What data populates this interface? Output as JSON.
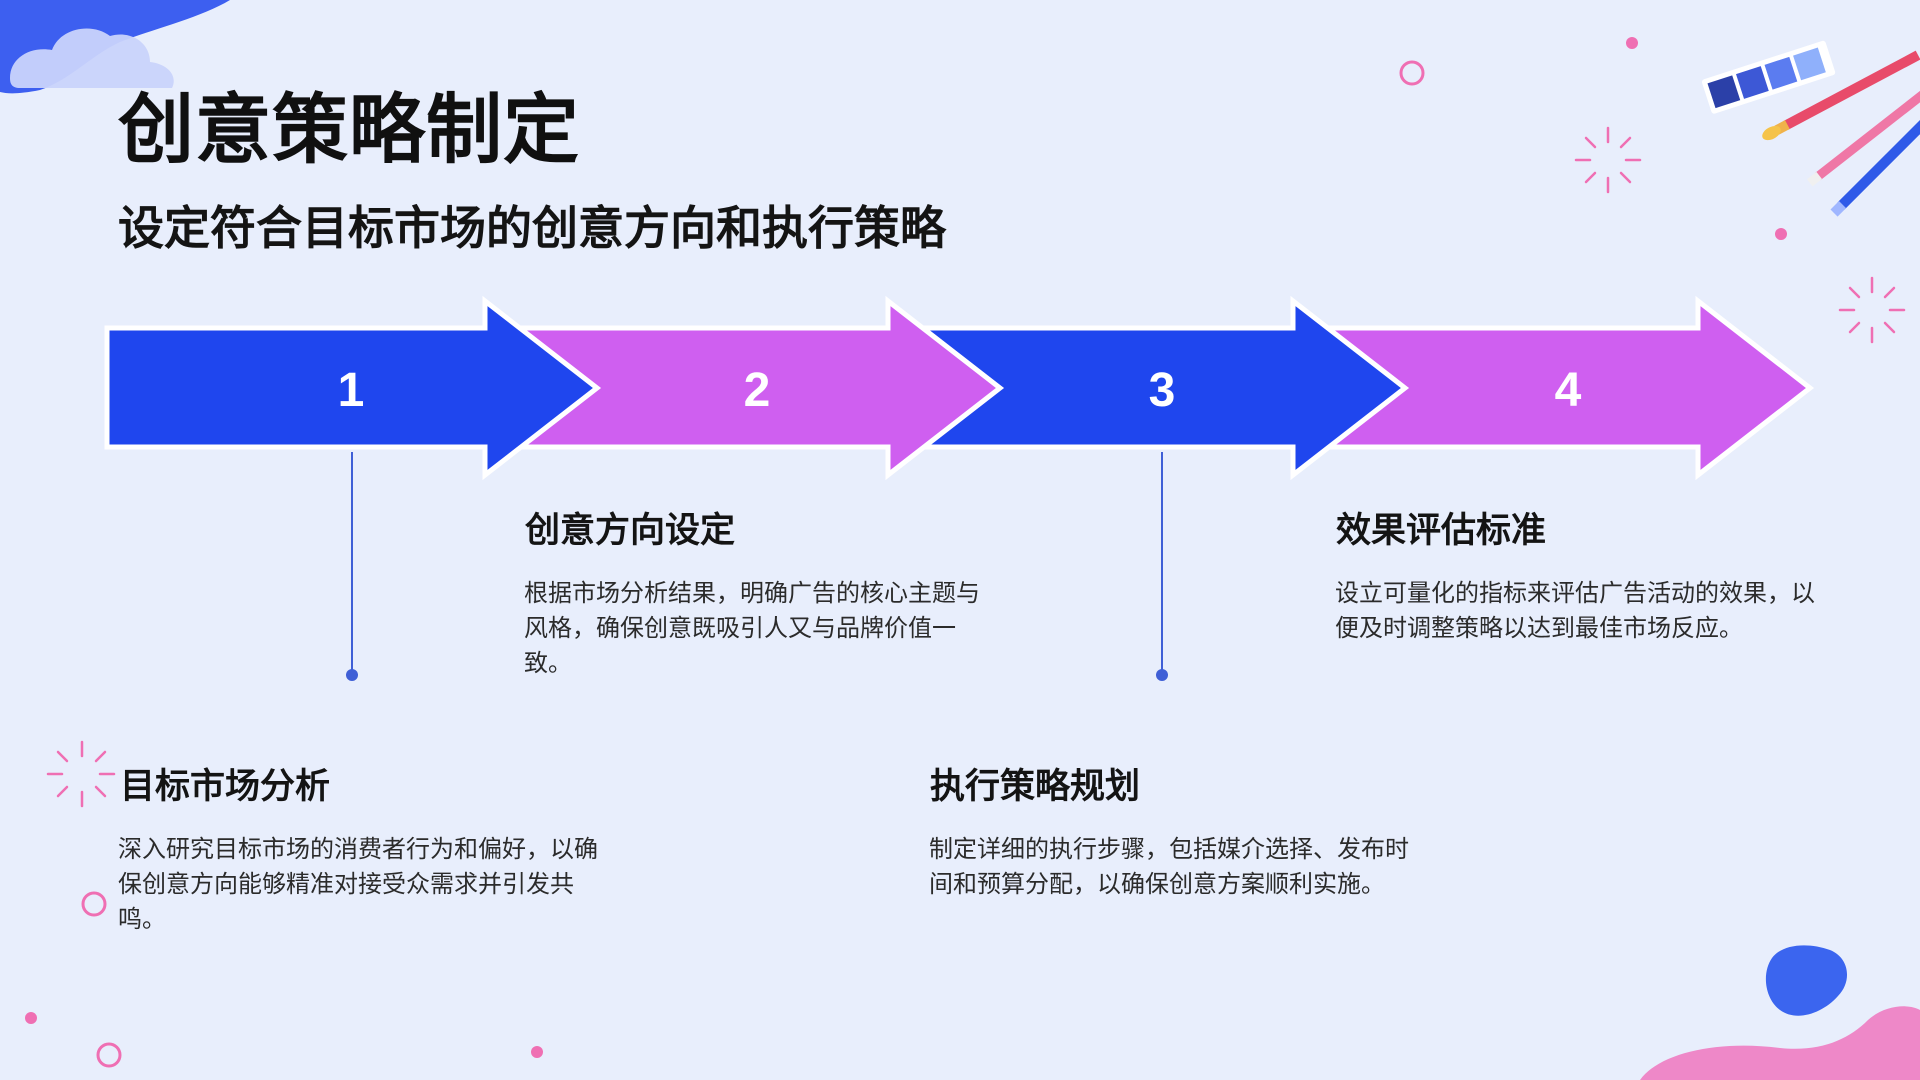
{
  "page": {
    "title": "创意策略制定",
    "subtitle": "设定符合目标市场的创意方向和执行策略"
  },
  "colors": {
    "background": "#e8eefc",
    "blue": "#1f46ee",
    "purple": "#cf5ff0",
    "connector": "#3f5fd6",
    "pink_accent": "#ef6fb3"
  },
  "steps": [
    {
      "number": "1",
      "color": "blue",
      "title": "目标市场分析",
      "description": "深入研究目标市场的消费者行为和偏好，以确保创意方向能够精准对接受众需求并引发共鸣。"
    },
    {
      "number": "2",
      "color": "purple",
      "title": "创意方向设定",
      "description": "根据市场分析结果，明确广告的核心主题与风格，确保创意既吸引人又与品牌价值一致。"
    },
    {
      "number": "3",
      "color": "blue",
      "title": "执行策略规划",
      "description": "制定详细的执行步骤，包括媒介选择、发布时间和预算分配，以确保创意方案顺利实施。"
    },
    {
      "number": "4",
      "color": "purple",
      "title": "效果评估标准",
      "description": "设立可量化的指标来评估广告活动的效果，以便及时调整策略以达到最佳市场反应。"
    }
  ]
}
